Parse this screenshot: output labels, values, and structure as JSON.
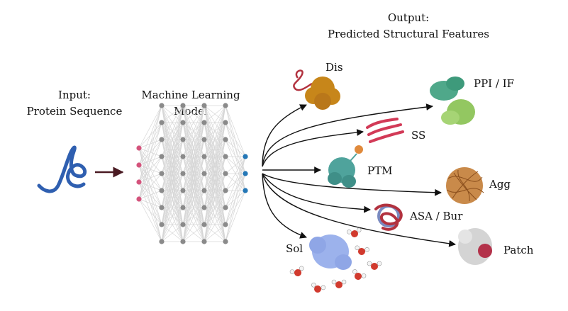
{
  "output_header": {
    "line1": "Output:",
    "line2": "Predicted Structural Features"
  },
  "input": {
    "line1": "Input:",
    "line2": "Protein Sequence"
  },
  "model": {
    "line1": "Machine Learning",
    "line2": "Model"
  },
  "features": [
    {
      "key": "dis",
      "label": "Dis"
    },
    {
      "key": "ppi",
      "label": "PPI / IF"
    },
    {
      "key": "ss",
      "label": "SS"
    },
    {
      "key": "ptm",
      "label": "PTM"
    },
    {
      "key": "agg",
      "label": "Agg"
    },
    {
      "key": "asa",
      "label": "ASA / Bur"
    },
    {
      "key": "patch",
      "label": "Patch"
    },
    {
      "key": "sol",
      "label": "Sol"
    }
  ],
  "colors": {
    "sequence": "#2f5fb0",
    "input_node": "#d4537c",
    "hidden_node": "#8a8a8a",
    "output_node": "#2477b6",
    "arrow": "#4a1a22",
    "dis": "#c7861a",
    "ppi": "#5fb88c",
    "ss": "#d23a57",
    "ptm": "#4fa39c",
    "agg": "#a9662c",
    "asa": "#b2323f",
    "patch": "#cfcfcf",
    "sol": "#8fa6e6",
    "water_oxygen": "#d13a2e"
  },
  "network": {
    "layer_sizes": [
      4,
      9,
      9,
      9,
      9,
      3
    ]
  }
}
